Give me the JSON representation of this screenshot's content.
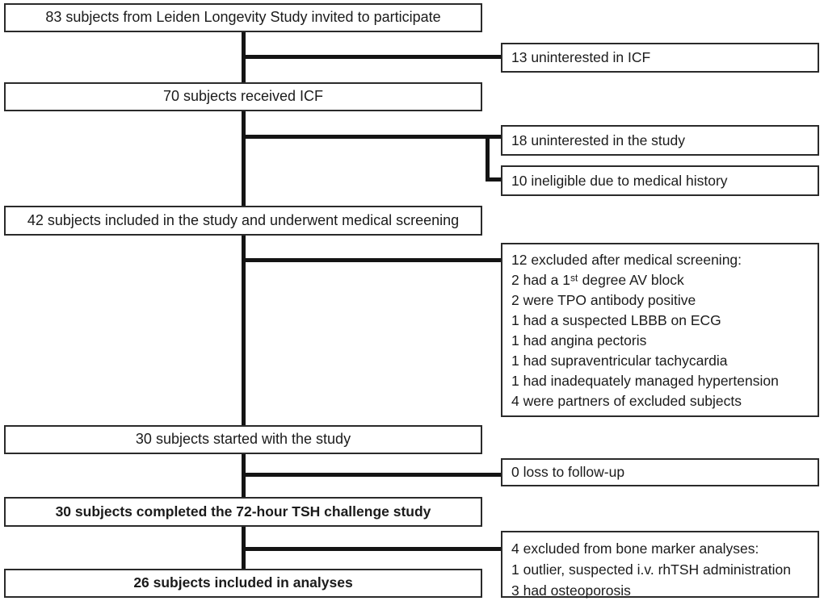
{
  "flow": {
    "colors": {
      "background": "#ffffff",
      "box_border": "#2a2a2a",
      "connector": "#141414",
      "text": "#1b1b1b"
    },
    "main_boxes": [
      {
        "label": "83 subjects from Leiden Longevity Study invited to participate",
        "bold": false
      },
      {
        "label": "70 subjects received ICF",
        "bold": false
      },
      {
        "label": "42 subjects included in the study and underwent medical screening",
        "bold": false
      },
      {
        "label": "30 subjects started with the study",
        "bold": false
      },
      {
        "label": "30 subjects completed the 72-hour TSH challenge study",
        "bold": true
      },
      {
        "label": "26 subjects included in analyses",
        "bold": true
      }
    ],
    "side_boxes": [
      {
        "lines": [
          "13 uninterested in ICF"
        ]
      },
      {
        "lines": [
          "18 uninterested in the study"
        ]
      },
      {
        "lines": [
          "10 ineligible due to medical history"
        ]
      },
      {
        "lines": [
          "12 excluded after medical screening:",
          "2 had a 1ˢᵗ degree AV block",
          "2 were TPO antibody positive",
          "1 had a suspected LBBB on ECG",
          "1 had angina pectoris",
          "1 had supraventricular tachycardia",
          "1 had inadequately managed hypertension",
          "4 were partners of excluded subjects"
        ]
      },
      {
        "lines": [
          "0 loss to follow-up"
        ]
      },
      {
        "lines": [
          "4 excluded from bone marker analyses:",
          "1 outlier, suspected i.v. rhTSH administration",
          "3 had osteoporosis"
        ]
      }
    ]
  }
}
